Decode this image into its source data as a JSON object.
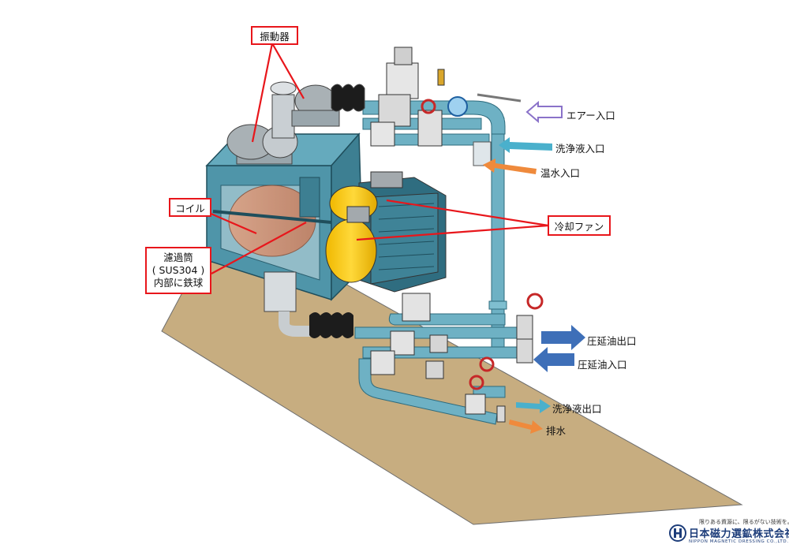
{
  "callouts": {
    "vibrator": "振動器",
    "coil": "コイル",
    "filter_line1": "濾過筒",
    "filter_line2": "( SUS304 )",
    "filter_line3": "内部に鉄球",
    "cooling_fan": "冷却ファン"
  },
  "port_labels": {
    "air_inlet": "エアー入口",
    "wash_in": "洗浄液入口",
    "hot_water_in": "温水入口",
    "rolling_oil_out": "圧延油出口",
    "rolling_oil_in": "圧延油入口",
    "wash_out": "洗浄液出口",
    "drain": "排水"
  },
  "colors": {
    "callout_border": "#e8161b",
    "machine_body": "#4f95a9",
    "pipe": "#6eb1c4",
    "fan_yellow": "#f5c400",
    "floor": "#c7ad80",
    "arrow_air": "#8a72c9",
    "arrow_wash": "#4ab0cc",
    "arrow_hot": "#ef8a3c",
    "arrow_oil": "#3e6fb8"
  },
  "logo": {
    "tagline": "限りある資源に、限るがない技術を。",
    "company_name": "日本磁力選鉱株式会社",
    "company_name_en": "NIPPON MAGNETIC DRESSING CO.,LTD."
  }
}
